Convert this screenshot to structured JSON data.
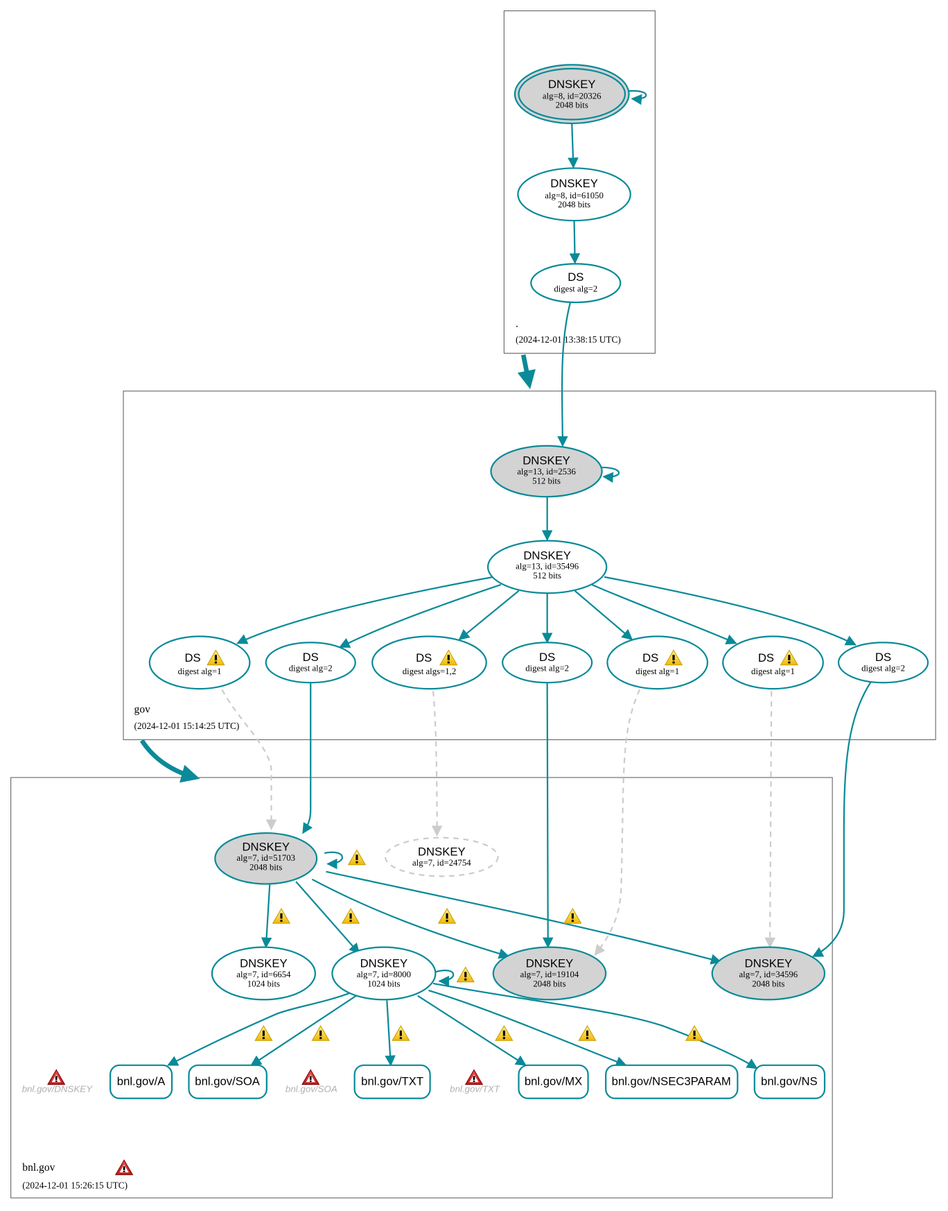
{
  "colors": {
    "edge": "#0a8a98",
    "ksk_fill": "#d3d3d3",
    "dashed": "#cccccc",
    "warning_yellow": "#f5c518",
    "error_red": "#c62828"
  },
  "zones": {
    "root": {
      "name": ".",
      "timestamp": "(2024-12-01 13:38:15 UTC)"
    },
    "gov": {
      "name": "gov",
      "timestamp": "(2024-12-01 15:14:25 UTC)"
    },
    "bnl": {
      "name": "bnl.gov",
      "timestamp": "(2024-12-01 15:26:15 UTC)",
      "has_error": true
    }
  },
  "nodes": {
    "root_ksk": {
      "title": "DNSKEY",
      "line1": "alg=8, id=20326",
      "line2": "2048 bits",
      "type": "ksk-trust-anchor"
    },
    "root_zsk": {
      "title": "DNSKEY",
      "line1": "alg=8, id=61050",
      "line2": "2048 bits",
      "type": "zsk"
    },
    "root_ds": {
      "title": "DS",
      "line1": "digest alg=2",
      "type": "ds"
    },
    "gov_ksk": {
      "title": "DNSKEY",
      "line1": "alg=13, id=2536",
      "line2": "512 bits",
      "type": "ksk"
    },
    "gov_zsk": {
      "title": "DNSKEY",
      "line1": "alg=13, id=35496",
      "line2": "512 bits",
      "type": "zsk"
    },
    "gov_ds": [
      {
        "title": "DS",
        "line1": "digest alg=1",
        "warning": true
      },
      {
        "title": "DS",
        "line1": "digest alg=2",
        "warning": false
      },
      {
        "title": "DS",
        "line1": "digest algs=1,2",
        "warning": true
      },
      {
        "title": "DS",
        "line1": "digest alg=2",
        "warning": false
      },
      {
        "title": "DS",
        "line1": "digest alg=1",
        "warning": true
      },
      {
        "title": "DS",
        "line1": "digest alg=1",
        "warning": true
      },
      {
        "title": "DS",
        "line1": "digest alg=2",
        "warning": false
      }
    ],
    "bnl_ksk_51703": {
      "title": "DNSKEY",
      "line1": "alg=7, id=51703",
      "line2": "2048 bits",
      "type": "ksk"
    },
    "bnl_missing_24754": {
      "title": "DNSKEY",
      "line1": "alg=7, id=24754",
      "type": "missing"
    },
    "bnl_zsk_6654": {
      "title": "DNSKEY",
      "line1": "alg=7, id=6654",
      "line2": "1024 bits",
      "type": "zsk"
    },
    "bnl_zsk_8000": {
      "title": "DNSKEY",
      "line1": "alg=7, id=8000",
      "line2": "1024 bits",
      "type": "zsk"
    },
    "bnl_ksk_19104": {
      "title": "DNSKEY",
      "line1": "alg=7, id=19104",
      "line2": "2048 bits",
      "type": "ksk"
    },
    "bnl_ksk_34596": {
      "title": "DNSKEY",
      "line1": "alg=7, id=34596",
      "line2": "2048 bits",
      "type": "ksk"
    }
  },
  "rrsets": [
    {
      "label": "bnl.gov/A"
    },
    {
      "label": "bnl.gov/SOA"
    },
    {
      "label": "bnl.gov/TXT"
    },
    {
      "label": "bnl.gov/MX"
    },
    {
      "label": "bnl.gov/NSEC3PARAM"
    },
    {
      "label": "bnl.gov/NS"
    }
  ],
  "errors": [
    {
      "label": "bnl.gov/DNSKEY"
    },
    {
      "label": "bnl.gov/SOA"
    },
    {
      "label": "bnl.gov/TXT"
    }
  ],
  "icons": {
    "warning": "warning-icon",
    "error": "error-icon"
  }
}
